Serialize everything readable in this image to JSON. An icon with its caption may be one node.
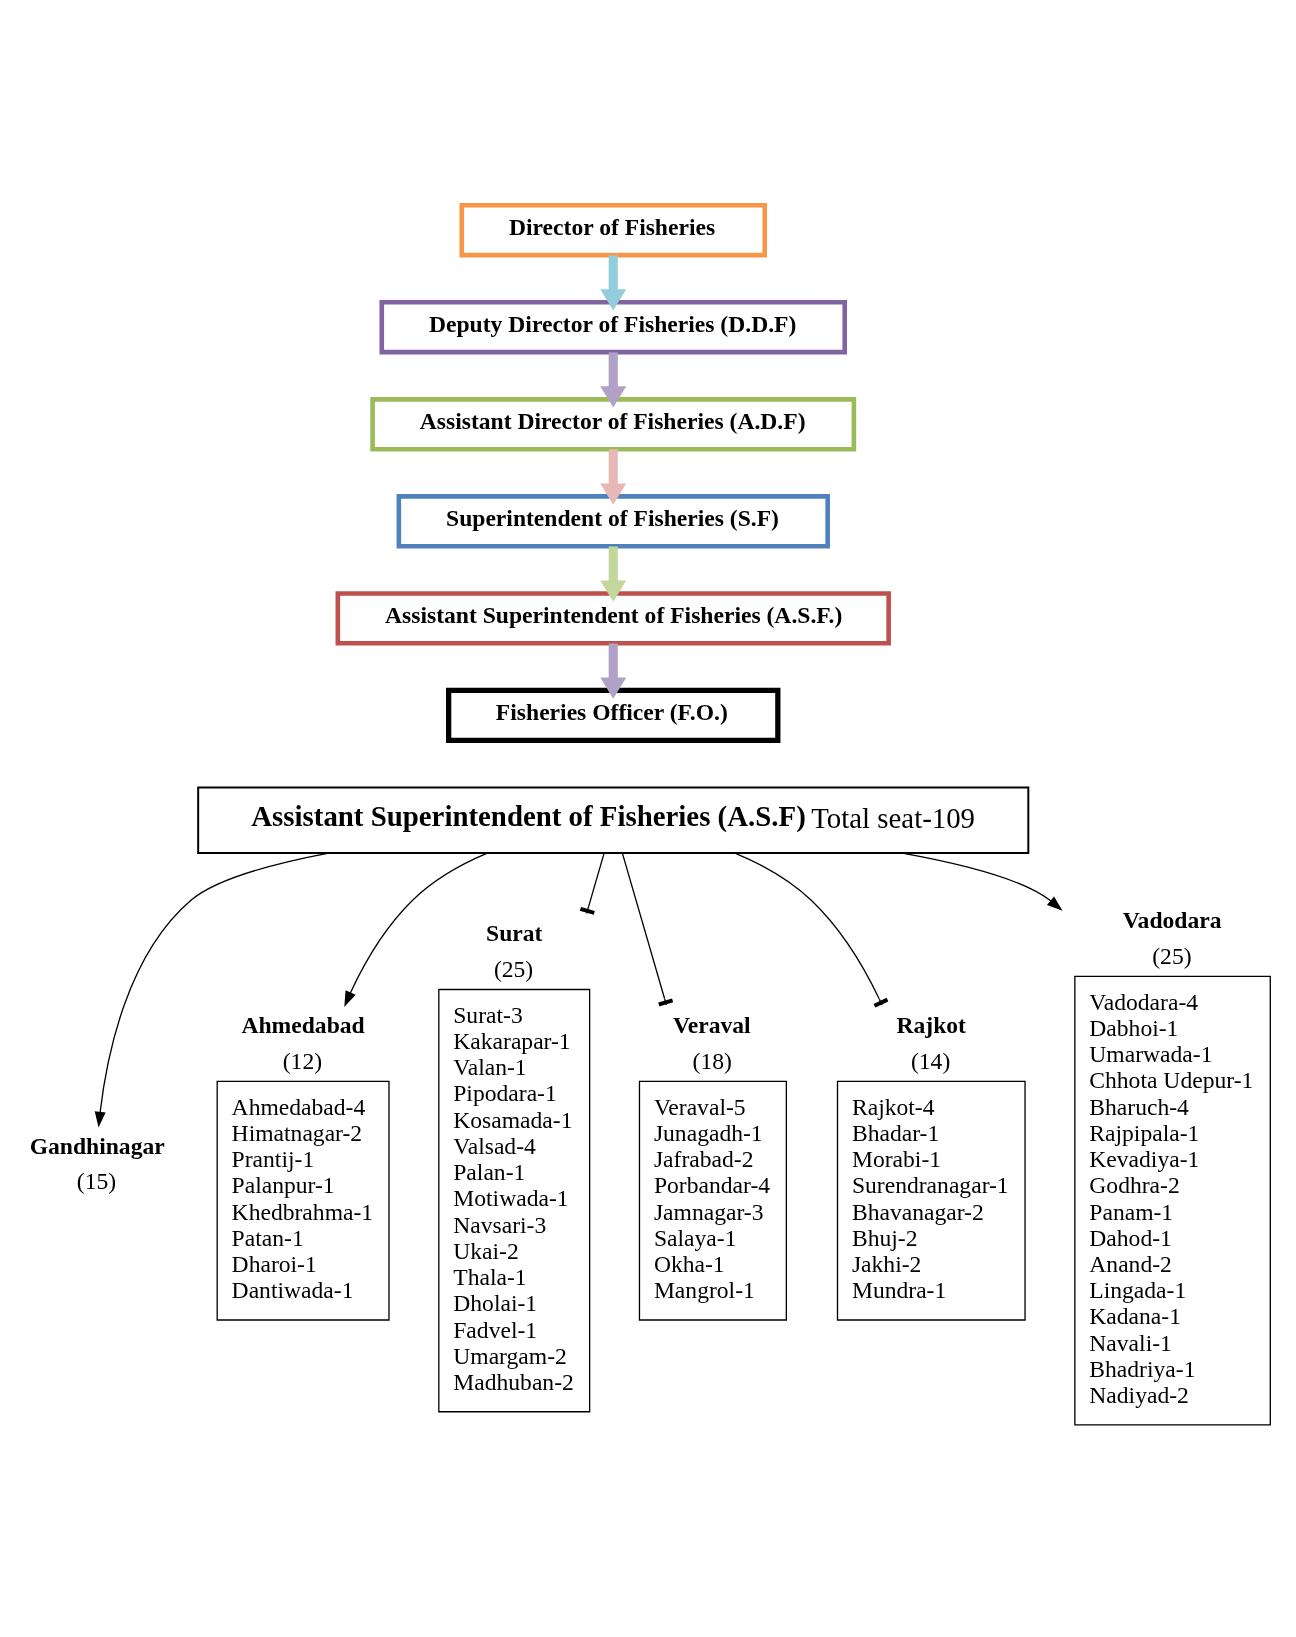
{
  "diagram": {
    "nodes": [
      {
        "text": [
          "Director of Fisheries"
        ]
      },
      {
        "text": [
          "Deputy Director of Fisheries (D.D.F)"
        ]
      },
      {
        "text": [
          "Assistant Director of Fisheries (A.D.F)"
        ]
      },
      {
        "text": [
          "Superintendent of Fisheries (S.F)"
        ]
      },
      {
        "text": [
          "Assistant Superintendent of Fisheries (A.S.F.)"
        ]
      },
      {
        "text": [
          "Fisheries Officer (F.O.)"
        ]
      },
      {
        "text": [
          "**Assistant Superintendent of Fisheries (A.S.F)** Total seat-109"
        ]
      },
      {
        "text": [
          "Gandhinagar",
          "(15)"
        ]
      },
      {
        "text": [
          "Ahmedabad",
          "(12)",
          "Ahmedabad-4",
          "Himatnagar-2",
          "Prantij-1",
          "Palanpur-1",
          "Khedbrahma-1",
          "Patan-1",
          "Dharoi-1",
          "Dantiwada-1"
        ]
      },
      {
        "text": [
          "Surat",
          "(25)",
          "Surat-3",
          "Kakarapar-1",
          "Valan-1",
          "Pipodara-1",
          "Kosamada-1",
          "Valsad-4",
          "Palan-1",
          "Motiwada-1",
          "Navsari-3",
          "Ukai-2",
          "Thala-1",
          "Dholai-1",
          "Fadvel-1",
          "Umargam-2",
          "Madhuban-2"
        ]
      },
      {
        "text": [
          "Veraval",
          "(18)",
          "Veraval-5",
          "Junagadh-1",
          "Jafrabad-2",
          "Porbandar-4",
          "Jamnagar-3",
          "Salaya-1",
          "Okha-1",
          "Mangrol-1"
        ]
      },
      {
        "text": [
          "Rajkot",
          "(14)",
          "Rajkot-4",
          "Bhadar-1",
          "Morabi-1",
          "Surendranagar-1",
          "Bhavanagar-2",
          "Bhuj-2",
          "Jakhi-2",
          "Mundra-1"
        ]
      },
      {
        "text": [
          "Vadodara",
          "(25)",
          "Vadodara-4",
          "Dabhoi-1",
          "Umarwada-1",
          "Chhota Udepur-1",
          "Bharuch-4",
          "Rajpipala-1",
          "Kevadiya-1",
          "Godhra-2",
          "Panam-1",
          "Dahod-1",
          "Anand-2",
          "Lingada-1",
          "Kadana-1",
          "Navali-1",
          "Bhadriya-1",
          "Nadiyad-2"
        ]
      }
    ],
    "edges": [
      {
        "from": 0,
        "to": 1,
        "arrow": "to",
        "style": "thick",
        "color": "#92cddc"
      },
      {
        "from": 1,
        "to": 2,
        "arrow": "to",
        "style": "thick",
        "color": "#b2a1c7"
      },
      {
        "from": 2,
        "to": 3,
        "arrow": "to",
        "style": "thick",
        "color": "#e6b9b8"
      },
      {
        "from": 3,
        "to": 4,
        "arrow": "to",
        "style": "thick",
        "color": "#c3d69b"
      },
      {
        "from": 4,
        "to": 5,
        "arrow": "to",
        "style": "thick",
        "color": "#b2a1c7"
      },
      {
        "from": 6,
        "to": 7,
        "arrow": "to"
      },
      {
        "from": 6,
        "to": 8,
        "arrow": "to"
      },
      {
        "from": 6,
        "to": 9,
        "arrow": "other"
      },
      {
        "from": 6,
        "to": 10,
        "arrow": "other"
      },
      {
        "from": 6,
        "to": 11,
        "arrow": "other"
      },
      {
        "from": 6,
        "to": 12,
        "arrow": "to"
      }
    ]
  }
}
